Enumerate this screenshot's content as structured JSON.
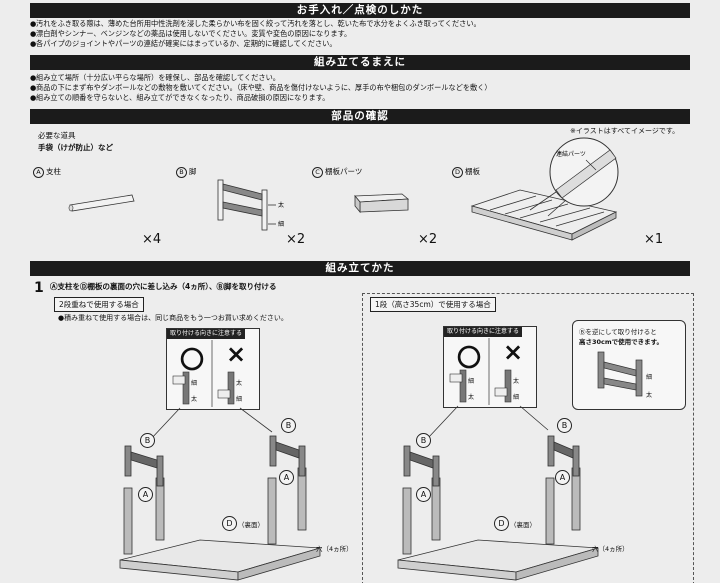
{
  "sections": {
    "care": "お手入れ／点検のしかた",
    "before": "組み立てるまえに",
    "parts": "部品の確認",
    "assembly": "組み立てかた"
  },
  "care_lines": [
    "汚れをふき取る際は、薄めた台所用中性洗剤を浸した柔らかい布を固く絞って汚れを落とし、乾いた布で水分をよくふき取ってください。",
    "漂白剤やシンナー、ベンジンなどの薬品は使用しないでください。変質や変色の原因になります。",
    "各パイプのジョイントやパーツの連結が確実にはまっているか、定期的に確認してください。"
  ],
  "before_lines": [
    "組み立て場所（十分広い平らな場所）を確保し、部品を確認してください。",
    "商品の下にまず布やダンボールなどの敷物を敷いてください。（床や壁、商品を傷付けないように、厚手の布や梱包のダンボールなどを敷く）",
    "組み立ての順番を守らないと、組み立てができなくなったり、商品破損の原因になります。"
  ],
  "parts_note": "※イラストはすべてイメージです。",
  "tools": {
    "heading": "必要な道具",
    "item": "手袋（けが防止）など"
  },
  "parts": [
    {
      "letter": "A",
      "name": "支柱",
      "qty": "×4"
    },
    {
      "letter": "B",
      "name": "脚",
      "qty": "×2"
    },
    {
      "letter": "C",
      "name": "棚板パーツ",
      "qty": "×2"
    },
    {
      "letter": "D",
      "name": "棚板",
      "qty": "×1"
    }
  ],
  "labels": {
    "thick": "太",
    "thin": "細",
    "joint": "連結パーツ",
    "back": "（裏面）",
    "holes": "穴（4ヵ所）"
  },
  "step1": {
    "num": "1",
    "text": "Ⓐ支柱をⒹ棚板の裏面の穴に差し込み（4ヵ所）、Ⓑ脚を取り付ける",
    "left_tag": "2段重ねで使用する場合",
    "left_note": "●積み重ねて使用する場合は、同じ商品をもう一つお買い求めください。",
    "right_tag": "1段（高さ35cm）で使用する場合",
    "callout_head": "取り付ける向きに注意する",
    "ok": "〇",
    "ng": "×",
    "reverse_note_1": "Ⓑを逆にして取り付けると",
    "reverse_note_2": "高さ30cmで使用できます。"
  }
}
